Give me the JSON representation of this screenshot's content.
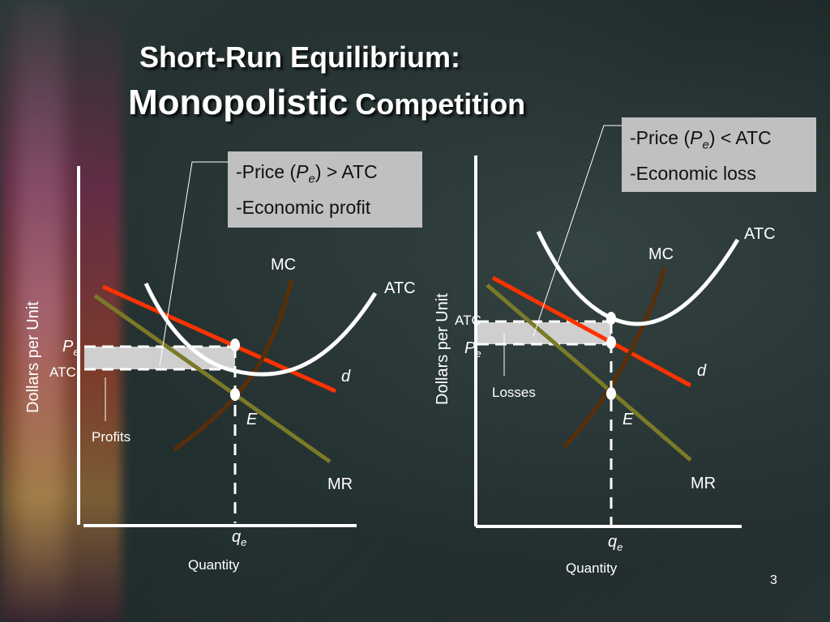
{
  "title": {
    "line1": "Short-Run Equilibrium:",
    "line2_a": "Monopolistic",
    "line2_b": "Competition"
  },
  "left_panel": {
    "callout": {
      "line1_prefix": "-Price (",
      "line1_var": "P",
      "line1_sub": "e",
      "line1_suffix": ") > ATC",
      "line2": "-Economic profit"
    },
    "y_axis_label": "Dollars per Unit",
    "x_axis_label": "Quantity",
    "curve_labels": {
      "mc": "MC",
      "atc": "ATC",
      "d": "d",
      "mr": "MR"
    },
    "price_label_var": "P",
    "price_label_sub": "e",
    "atc_level_label": "ATC",
    "equilibrium_label": "E",
    "quantity_label_var": "q",
    "quantity_label_sub": "e",
    "area_label": "Profits"
  },
  "right_panel": {
    "callout": {
      "line1_prefix": "-Price (",
      "line1_var": "P",
      "line1_sub": "e",
      "line1_suffix": ") < ATC",
      "line2": "-Economic loss"
    },
    "y_axis_label": "Dollars per Unit",
    "x_axis_label": "Quantity",
    "curve_labels": {
      "mc": "MC",
      "atc": "ATC",
      "d": "d",
      "mr": "MR"
    },
    "price_label_var": "P",
    "price_label_sub": "e",
    "atc_level_label": "ATC",
    "equilibrium_label": "E",
    "quantity_label_var": "q",
    "quantity_label_sub": "e",
    "area_label": "Losses"
  },
  "page_number": "3",
  "colors": {
    "demand": "#ff3300",
    "mr": "#7a7a28",
    "mc": "#5a2e08",
    "atc": "#ffffff",
    "axis": "#ffffff",
    "area": "#cfcfcf",
    "callout_bg": "#c0c0c0"
  }
}
